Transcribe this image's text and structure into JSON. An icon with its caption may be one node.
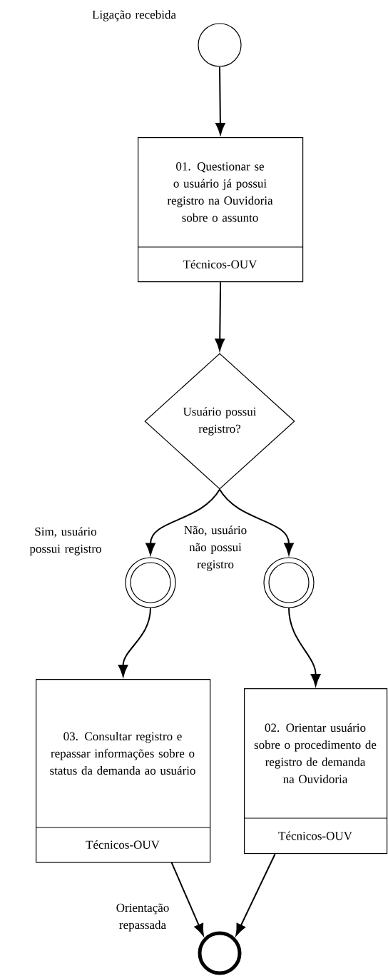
{
  "diagram": {
    "nodes": [
      {
        "text": [],
        "shape": "circle",
        "beside": [
          "Ligação recebida"
        ]
      },
      {
        "text": [
          "01. Questionar se o usuário já possui registro na Ouvidoria sobre o assunto",
          "Técnicos-OUV"
        ]
      },
      {
        "text": [
          "Usuário possui registro?"
        ]
      },
      {
        "text": [],
        "shape": "circle"
      },
      {
        "text": [],
        "shape": "circle"
      },
      {
        "text": [
          "03. Consultar registro e repassar informações sobre o status da demanda ao usuário",
          "Técnicos-OUV"
        ]
      },
      {
        "text": [
          "02. Orientar usuário sobre o procedimento de registro de demanda na Ouvidoria",
          "Técnicos-OUV"
        ]
      },
      {
        "text": [],
        "shape": "circle",
        "beside": [
          "Orientação repassada"
        ]
      }
    ],
    "edges": [
      {
        "from": 0,
        "to": 1,
        "arrow": "to"
      },
      {
        "from": 1,
        "to": 2,
        "arrow": "to"
      },
      {
        "from": 2,
        "to": 3,
        "arrow": "to",
        "label": "Sim, usuário possui registro"
      },
      {
        "from": 2,
        "to": 4,
        "arrow": "to",
        "label": "Não, usuário não possui registro"
      },
      {
        "from": 3,
        "to": 5,
        "arrow": "to"
      },
      {
        "from": 4,
        "to": 6,
        "arrow": "to"
      },
      {
        "from": 5,
        "to": 7,
        "arrow": "to"
      },
      {
        "from": 6,
        "to": 7,
        "arrow": "to"
      }
    ]
  }
}
